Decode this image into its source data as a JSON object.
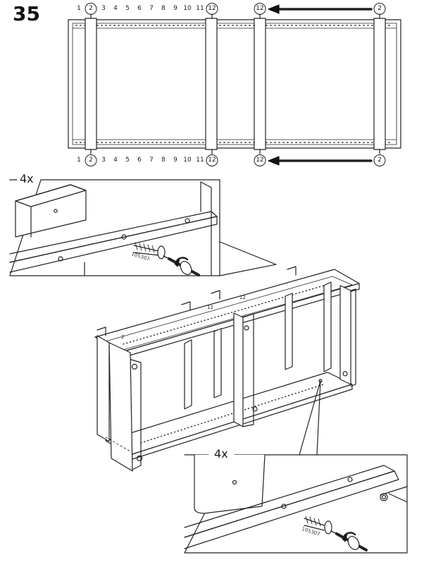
{
  "step": {
    "number": "35"
  },
  "top_ruler": {
    "numbers": [
      "1",
      "2",
      "3",
      "4",
      "5",
      "6",
      "7",
      "8",
      "9",
      "10",
      "11",
      "12",
      "12",
      "2"
    ]
  },
  "bottom_ruler": {
    "numbers": [
      "1",
      "2",
      "3",
      "4",
      "5",
      "6",
      "7",
      "8",
      "9",
      "10",
      "11",
      "12",
      "12",
      "2"
    ]
  },
  "detail_top": {
    "quantity": "4x",
    "part_code": "105307"
  },
  "detail_bottom": {
    "quantity": "4x",
    "part_code": "105307"
  },
  "frame_labels": {
    "left_end": "2",
    "middle_a": "12",
    "middle_b": "12"
  },
  "icons": [
    "arrow-left-icon",
    "screw-icon",
    "screwdriver-icon",
    "rotate-clockwise-icon"
  ]
}
